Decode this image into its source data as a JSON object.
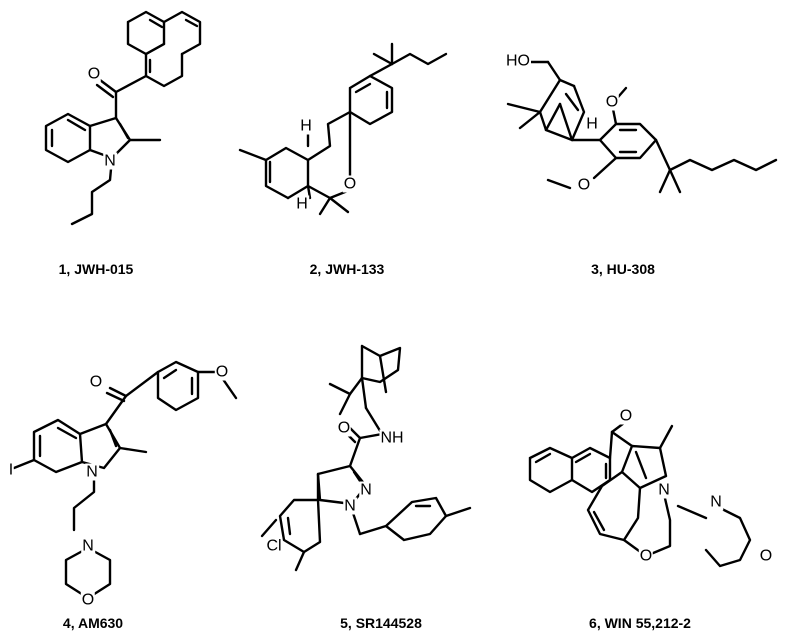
{
  "compounds": [
    {
      "number": "1",
      "name": "JWH-015",
      "caption": "1, JWH-015"
    },
    {
      "number": "2",
      "name": "JWH-133",
      "caption": "2, JWH-133"
    },
    {
      "number": "3",
      "name": "HU-308",
      "caption": "3, HU-308"
    },
    {
      "number": "4",
      "name": "AM630",
      "caption": "4, AM630"
    },
    {
      "number": "5",
      "name": "SR144528",
      "caption": "5, SR144528"
    },
    {
      "number": "6",
      "name": "WIN 55,212-2",
      "caption": "6, WIN 55,212-2"
    }
  ],
  "atoms": {
    "O": "O",
    "N": "N",
    "H": "H",
    "HO": "HO",
    "I": "I",
    "Cl": "Cl",
    "NH": "NH"
  }
}
